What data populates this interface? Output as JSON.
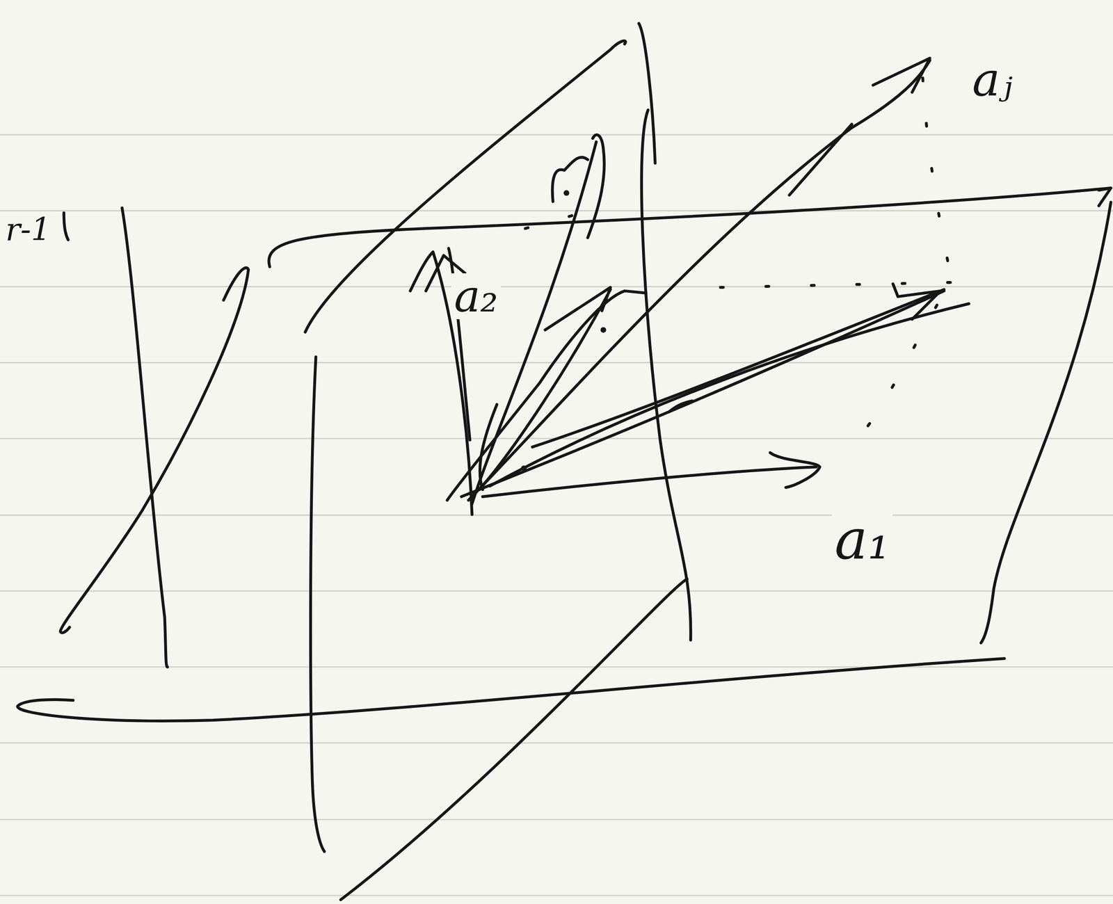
{
  "diagram": {
    "labels": [
      "r-1",
      "a₂",
      "a₁",
      "aⱼ"
    ]
  }
}
